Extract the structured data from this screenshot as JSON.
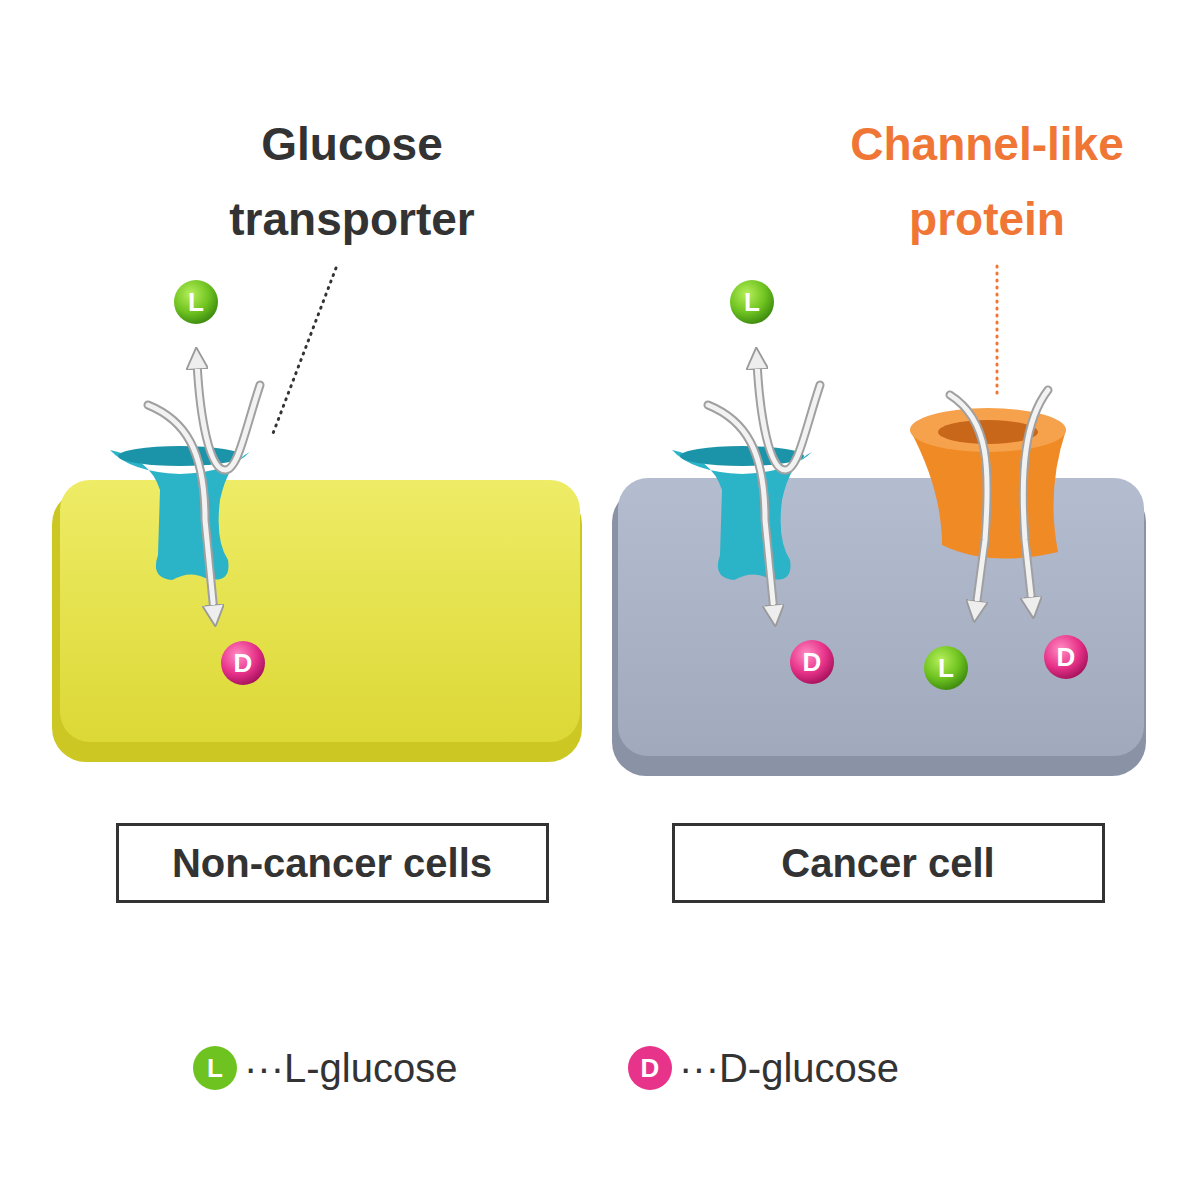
{
  "diagram": {
    "nodes": [
      {
        "text": [
          "L"
        ]
      },
      {
        "text": [
          "D"
        ]
      },
      {
        "text": [
          "L"
        ]
      },
      {
        "text": [
          "D"
        ]
      },
      {
        "text": [
          "L"
        ]
      },
      {
        "text": [
          "D"
        ]
      },
      {
        "text": [
          "Non-cancer cells"
        ]
      },
      {
        "text": [
          "Cancer cell"
        ]
      }
    ],
    "labels": [
      "Glucose transporter",
      "Channel-like protein",
      "L",
      "D"
    ],
    "legend": [
      {
        "text": "···L-glucose",
        "color": "#6fc320"
      },
      {
        "text": "···D-glucose",
        "color": "#e8338a"
      }
    ]
  }
}
